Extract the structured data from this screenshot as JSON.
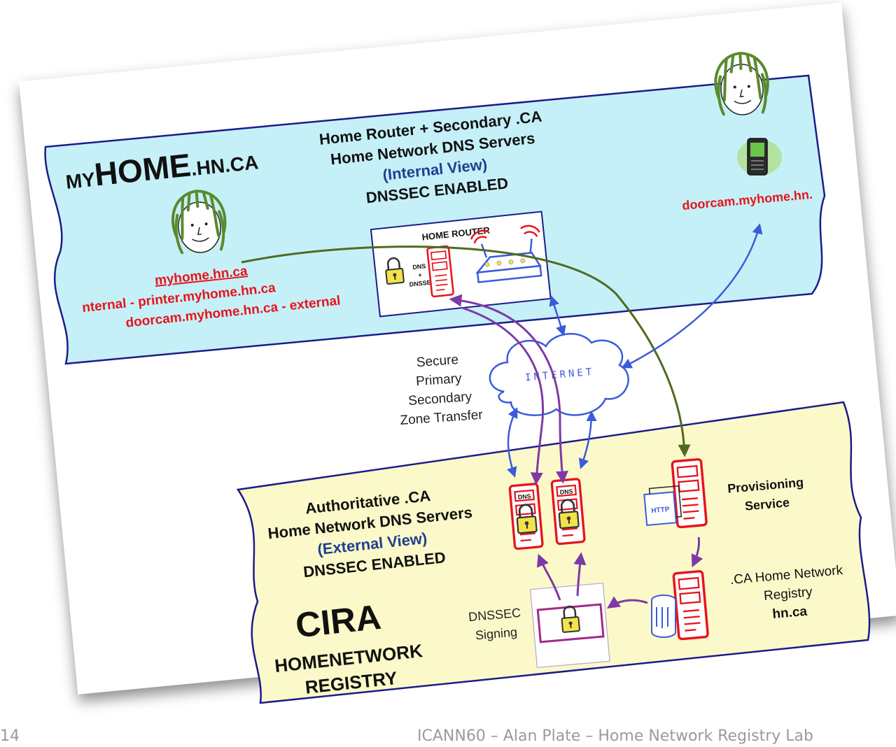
{
  "home": {
    "title_small": "MY",
    "title_big": "HOME",
    "title_tail": ".HN.CA",
    "router_heading": [
      "Home Router + Secondary .CA",
      "Home Network DNS Servers"
    ],
    "view_label": "(Internal View)",
    "dnssec_label": "DNSSEC ENABLED",
    "router_box_label": "HOME ROUTER",
    "dns_small_labels": [
      "DNS",
      "+",
      "DNSSEC"
    ],
    "domain_link": "myhome.hn.ca",
    "printer_line": "nternal - printer.myhome.hn.ca",
    "doorcam_line": "doorcam.myhome.hn.ca - external"
  },
  "remote": {
    "doorcam_label": "doorcam.myhome.hn."
  },
  "internet": {
    "cloud_label": "INTERNET",
    "zone_transfer_lines": [
      "Secure",
      "Primary",
      "Secondary",
      "Zone Transfer"
    ]
  },
  "registry": {
    "auth_heading": [
      "Authoritative .CA",
      "Home Network DNS Servers"
    ],
    "view_label": "(External View)",
    "dnssec_label": "DNSSEC ENABLED",
    "org_name": "CIRA",
    "org_sub": [
      "HOMENETWORK",
      "REGISTRY"
    ],
    "server_tag": "DNS",
    "provisioning": [
      "Provisioning",
      "Service"
    ],
    "registry_label": [
      ".CA Home Network",
      "Registry"
    ],
    "registry_domain": "hn.ca",
    "signing": [
      "DNSSEC",
      "Signing"
    ],
    "http_label": "HTTP"
  },
  "footer": {
    "slide_number": "14",
    "caption": "ICANN60 – Alan Plate – Home Network Registry Lab"
  },
  "colors": {
    "home_bg": "#c6f0f8",
    "registry_bg": "#fbf9c9",
    "accent_red": "#e8131b",
    "link_blue": "#2a5db0",
    "arrow_blue": "#3b5bdb",
    "arrow_purple": "#7d3aa6",
    "arrow_green": "#4f6b1e",
    "view_blue": "#1f3f8f"
  }
}
